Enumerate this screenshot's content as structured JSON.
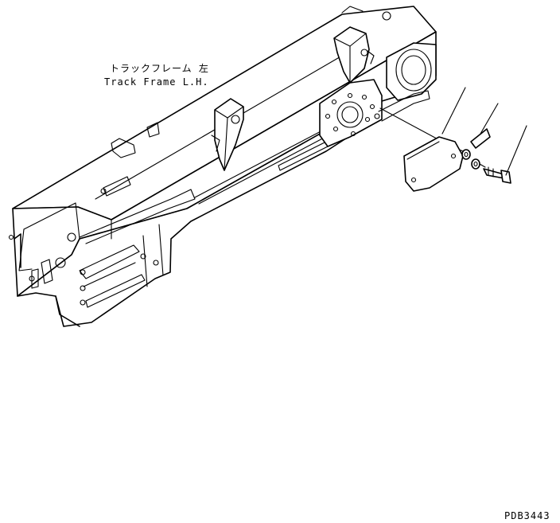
{
  "labels": {
    "part_name_jp": "トラックフレーム 左",
    "part_name_en": "Track Frame L.H.",
    "drawing_number": "PDB3443"
  },
  "colors": {
    "line": "#000000",
    "background": "#ffffff"
  }
}
